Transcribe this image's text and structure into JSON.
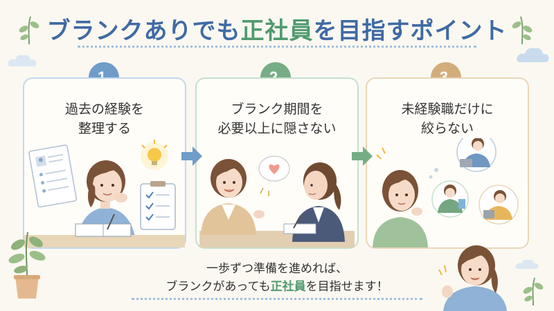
{
  "title": {
    "pre": "ブランクありでも",
    "highlight": "正社員",
    "post": "を目指すポイント"
  },
  "steps": [
    {
      "number": "1.",
      "line1": "過去の経験を",
      "line2": "整理する"
    },
    {
      "number": "2.",
      "line1": "ブランク期間を",
      "line2": "必要以上に隠さない"
    },
    {
      "number": "3.",
      "line1": "未経験職だけに",
      "line2": "絞らない"
    }
  ],
  "bottom": {
    "line1": "一歩ずつ準備を進めれば、",
    "line2_pre": "ブランクがあっても",
    "line2_highlight": "正社員",
    "line2_post": "を目指せます！"
  },
  "colors": {
    "title_blue": "#3f6aa4",
    "accent_green": "#4f9a6e",
    "step1": "#6f9cc9",
    "step2": "#77ad86",
    "step3": "#d2ad7b"
  }
}
